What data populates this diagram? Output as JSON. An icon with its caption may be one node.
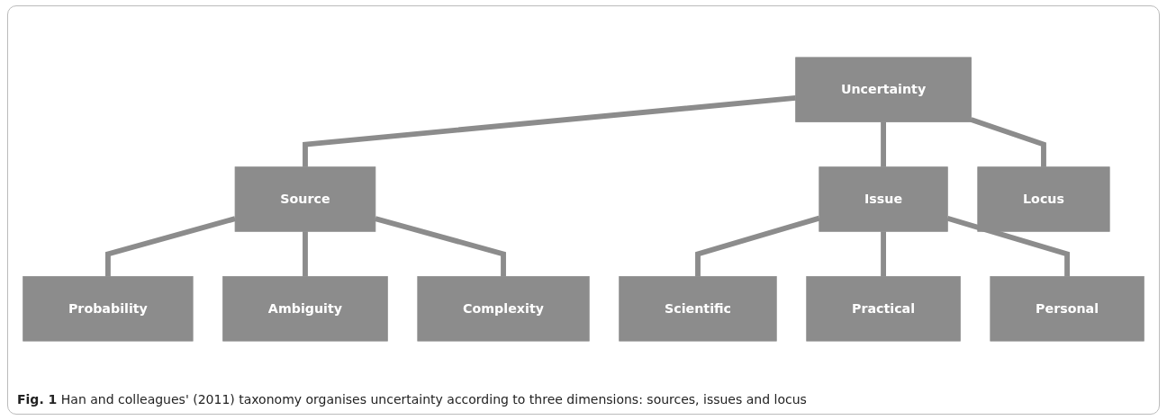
{
  "diagram": {
    "caption": "**Fig. 1** Han and colleagues' (2011) taxonomy organises uncertainty according to three dimensions: sources, issues and locus",
    "nodes": [
      {
        "text": [
          "Uncertainty"
        ]
      },
      {
        "text": [
          "Source"
        ]
      },
      {
        "text": [
          "Issue"
        ]
      },
      {
        "text": [
          "Locus"
        ]
      },
      {
        "text": [
          "Probability"
        ]
      },
      {
        "text": [
          "Ambiguity"
        ]
      },
      {
        "text": [
          "Complexity"
        ]
      },
      {
        "text": [
          "Scientific"
        ]
      },
      {
        "text": [
          "Practical"
        ]
      },
      {
        "text": [
          "Personal"
        ]
      }
    ],
    "edges": [
      {
        "from": 0,
        "to": 1,
        "arrow": "none"
      },
      {
        "from": 0,
        "to": 2,
        "arrow": "none"
      },
      {
        "from": 0,
        "to": 3,
        "arrow": "none"
      },
      {
        "from": 1,
        "to": 4,
        "arrow": "none"
      },
      {
        "from": 1,
        "to": 5,
        "arrow": "none"
      },
      {
        "from": 1,
        "to": 6,
        "arrow": "none"
      },
      {
        "from": 2,
        "to": 7,
        "arrow": "none"
      },
      {
        "from": 2,
        "to": 8,
        "arrow": "none"
      },
      {
        "from": 2,
        "to": 9,
        "arrow": "none"
      }
    ]
  }
}
